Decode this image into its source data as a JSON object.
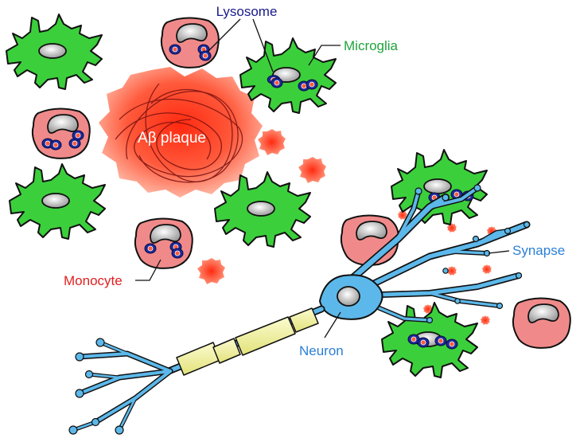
{
  "labels": {
    "lysosome": "Lysosome",
    "microglia": "Microglia",
    "plaque": "Aβ plaque",
    "monocyte": "Monocyte",
    "synapse": "Synapse",
    "neuron": "Neuron"
  },
  "colors": {
    "lysosome_label": "#1a1a8c",
    "microglia_label": "#1fa33a",
    "plaque_label": "#ffffff",
    "monocyte_label": "#e02020",
    "synapse_label": "#2b7fd6",
    "neuron_label": "#2b7fd6",
    "microglia_fill": "#3ccf3c",
    "monocyte_fill": "#f08a8a",
    "plaque_fill": "#ff5a3c",
    "neuron_fill": "#5cb8ea",
    "myelin_fill": "#f2f2a0",
    "lysosome_fill": "#1c2a9c"
  }
}
